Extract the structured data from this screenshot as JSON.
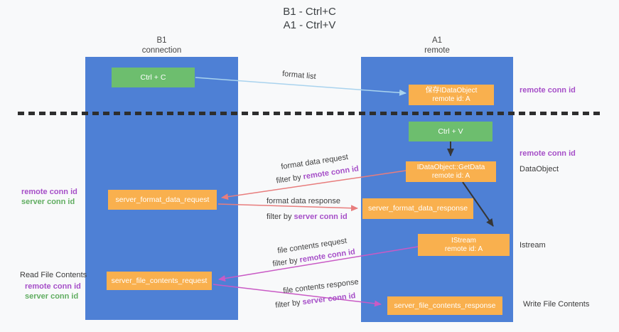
{
  "title": {
    "line1": "B1 - Ctrl+C",
    "line2": "A1 - Ctrl+V"
  },
  "lanes": {
    "left": {
      "name": "B1",
      "role": "connection"
    },
    "right": {
      "name": "A1",
      "role": "remote"
    }
  },
  "nodes": {
    "ctrl_c": {
      "label": "Ctrl + C"
    },
    "save_dataobject": {
      "line1": "保存IDataObject",
      "line2": "remote id: A"
    },
    "ctrl_v": {
      "label": "Ctrl + V"
    },
    "getdata": {
      "line1": "IDataObject::GetData",
      "line2": "remote id: A"
    },
    "format_request": {
      "label": "server_format_data_request"
    },
    "format_response": {
      "label": "server_format_data_response"
    },
    "istream": {
      "line1": "IStream",
      "line2": "remote id: A"
    },
    "file_request": {
      "label": "server_file_contents_request"
    },
    "file_response": {
      "label": "server_file_contents_response"
    }
  },
  "edge_labels": {
    "format_list": "format list",
    "format_request": "format data request",
    "format_request_filter_prefix": "filter by ",
    "format_request_filter_key": "remote conn id",
    "format_response": "format data response",
    "format_response_filter_prefix": "filter by ",
    "format_response_filter_key": "server conn id",
    "file_request": "file contents request",
    "file_request_filter_prefix": "filter by ",
    "file_request_filter_key": "remote conn id",
    "file_response": "file contents response",
    "file_response_filter_prefix": "filter by ",
    "file_response_filter_key": "server conn id"
  },
  "annotations": {
    "left_remote_conn": "remote conn id",
    "left_server_conn": "server conn id",
    "read_file_title": "Read File Contents",
    "read_remote_conn": "remote conn id",
    "read_server_conn": "server conn id",
    "right_remote_conn_top": "remote conn id",
    "right_remote_conn_mid": "remote conn id",
    "dataobject": "DataObject",
    "istream": "Istream",
    "write_file_title": "Write File Contents"
  },
  "colors": {
    "lane_blue": "#4e80d5",
    "node_green": "#6dbe6e",
    "node_orange": "#f9b04e",
    "arrow_lightblue": "#a9d3ee",
    "arrow_black": "#363636",
    "arrow_red": "#e87d7d",
    "arrow_magenta": "#c95ac5",
    "text_purple": "#a64fc8",
    "text_green": "#61ad61"
  }
}
